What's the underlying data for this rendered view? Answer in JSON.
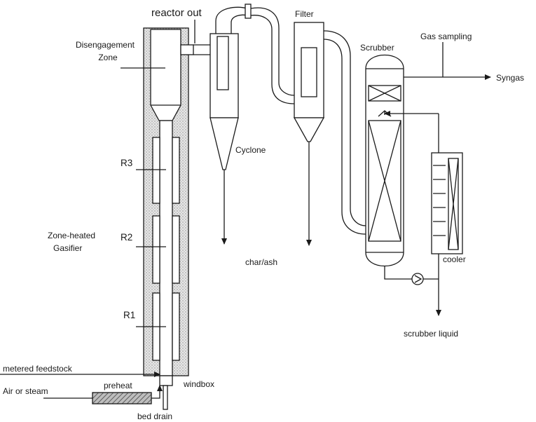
{
  "labels": {
    "reactor_out": "reactor out",
    "disengagement_line1": "Disengagement",
    "disengagement_line2": "Zone",
    "filter": "Filter",
    "gas_sampling": "Gas sampling",
    "scrubber": "Scrubber",
    "syngas": "Syngas",
    "cyclone": "Cyclone",
    "r3": "R3",
    "r2": "R2",
    "r1": "R1",
    "zone_heated_line1": "Zone-heated",
    "zone_heated_line2": "Gasifier",
    "char_ash": "char/ash",
    "cooler": "cooler",
    "scrubber_liquid": "scrubber liquid",
    "metered_feedstock": "metered feedstock",
    "air_or_steam": "Air or steam",
    "preheat": "preheat",
    "windbox": "windbox",
    "bed_drain": "bed drain"
  },
  "colors": {
    "line": "#1a1a1a",
    "insulation_fill": "#e6e6e6",
    "insulation_dots": "#8a8a8a",
    "preheater_hatch": "#444444",
    "background": "#ffffff"
  }
}
